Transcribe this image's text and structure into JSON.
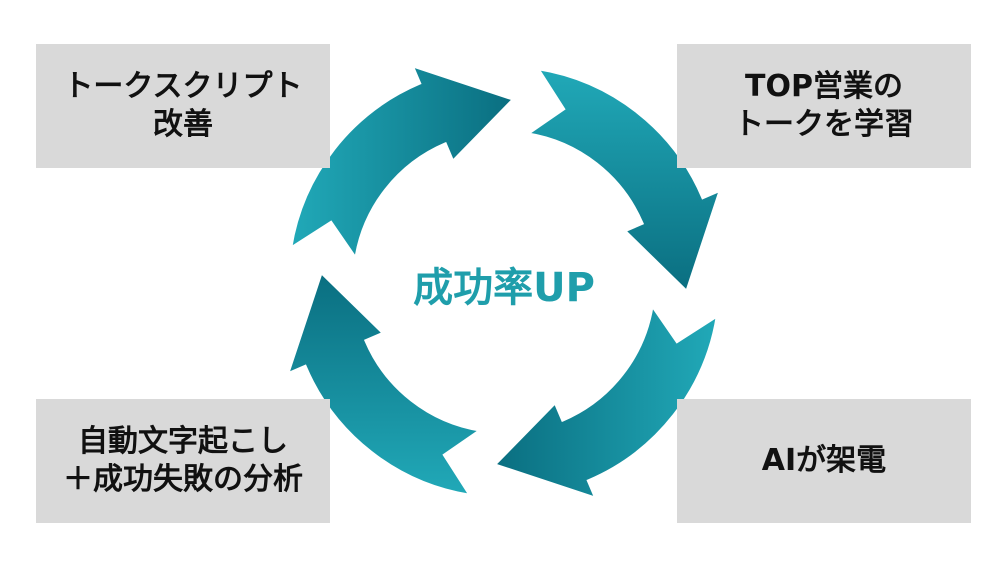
{
  "center": {
    "label": "成功率UP"
  },
  "boxes": {
    "top_left": {
      "lines": [
        "トークスクリプト",
        "改善"
      ]
    },
    "top_right": {
      "lines": [
        "TOP営業の",
        "トークを学習"
      ]
    },
    "bottom_left": {
      "lines": [
        "自動文字起こし",
        "＋成功失敗の分析"
      ]
    },
    "bottom_right": {
      "lines": [
        "AIが架電"
      ]
    }
  },
  "colors": {
    "accent": "#1f9eab",
    "arrow_light": "#1fa6b5",
    "arrow_dark": "#0b6f82",
    "box_fill": "#d9d9d9"
  },
  "icons": {
    "cycle": "circular-four-arrow-cycle-icon"
  }
}
